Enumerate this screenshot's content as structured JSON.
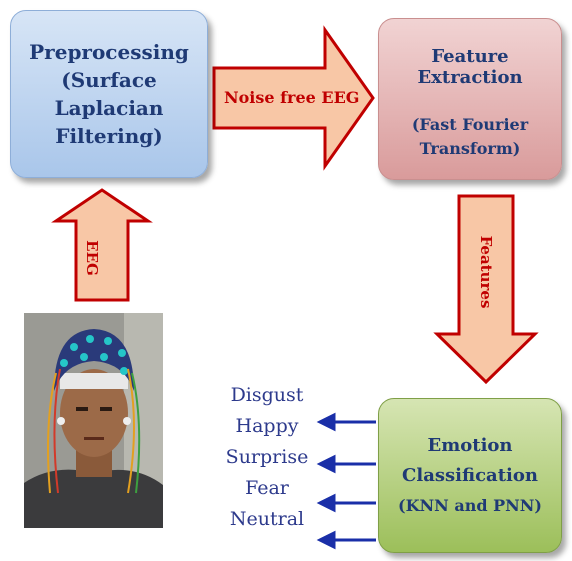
{
  "boxes": {
    "preprocessing": {
      "line1": "Preprocessing",
      "line2": "(Surface Laplacian",
      "line3": "Filtering)"
    },
    "feature_extraction": {
      "title": "Feature Extraction",
      "sub1": "(Fast Fourier",
      "sub2": "Transform)"
    },
    "emotion_classification": {
      "line1": "Emotion",
      "line2": "Classification",
      "line3": "(KNN and PNN)"
    }
  },
  "arrows": {
    "noise_free": "Noise free EEG",
    "eeg": "EEG",
    "features": "Features"
  },
  "emotions": [
    "Disgust",
    "Happy",
    "Surprise",
    "Fear",
    "Neutral"
  ],
  "colors": {
    "arrow_fill": "#f8c7a6",
    "arrow_stroke": "#c00000",
    "label": "#c00000",
    "box_text": "#1f3a75",
    "emotion_text": "#2d3a8c",
    "emotion_arrow": "#1a2fa8"
  },
  "photo": {
    "icon": "eeg-cap-subject-photo"
  }
}
